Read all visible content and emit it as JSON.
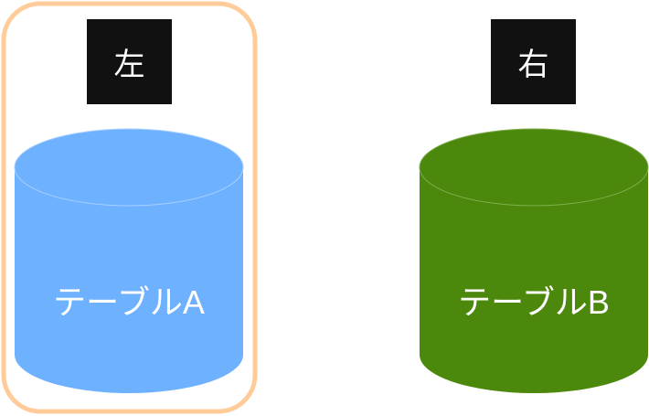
{
  "left": {
    "label": "左",
    "table": "テーブルA",
    "color": "#6eb1ff",
    "highlight_color": "#ffcc99"
  },
  "right": {
    "label": "右",
    "table": "テーブルB",
    "color": "#4c880b"
  }
}
